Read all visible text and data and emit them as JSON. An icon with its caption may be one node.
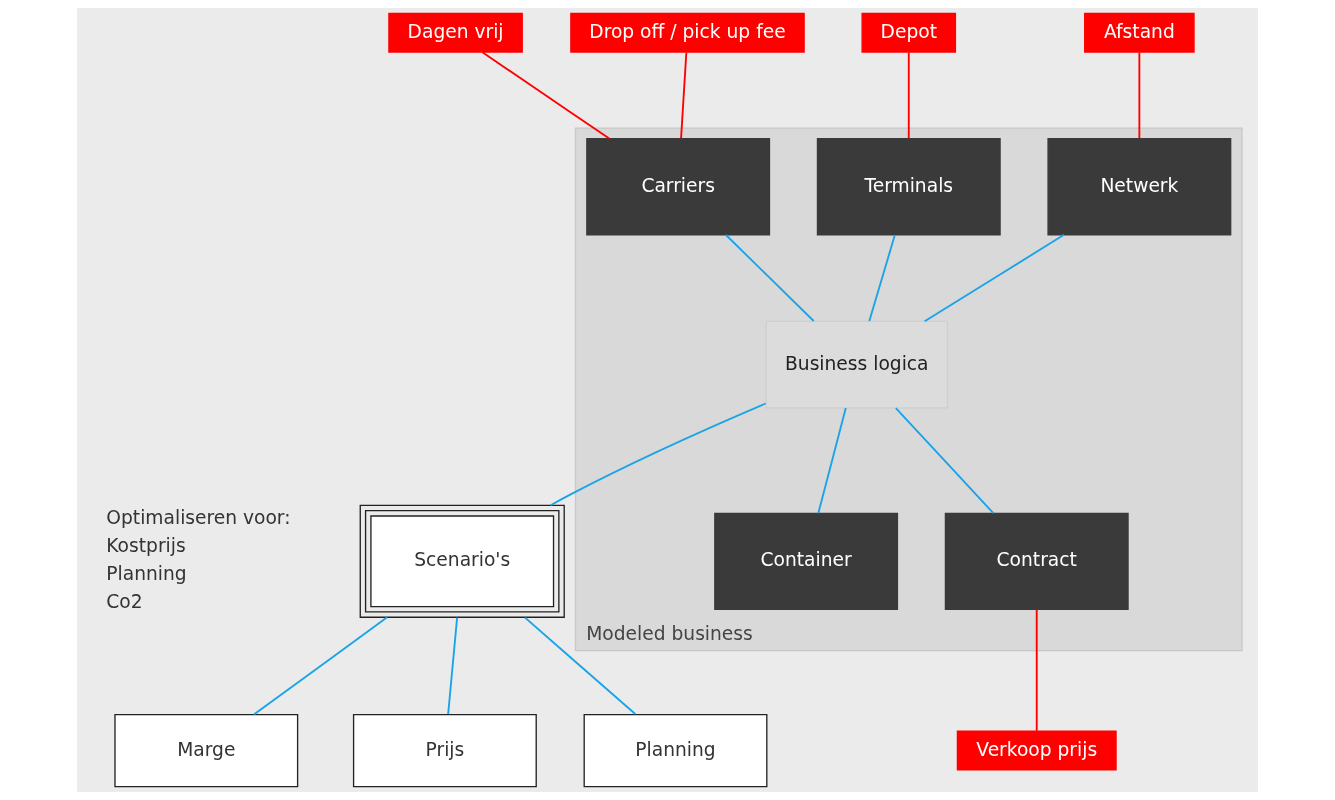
{
  "diagram": {
    "nodes": [
      {
        "text": [
          "Modeled business"
        ]
      },
      {
        "text": [
          "Carriers"
        ],
        "in": 0
      },
      {
        "text": [
          "Terminals"
        ],
        "in": 0
      },
      {
        "text": [
          "Container"
        ],
        "in": 0
      },
      {
        "text": [
          "Business logica"
        ],
        "in": 0
      },
      {
        "text": [
          "Netwerk"
        ],
        "in": 0
      },
      {
        "text": [
          "Contract"
        ],
        "in": 0
      },
      {
        "text": [
          "Dagen vrij"
        ]
      },
      {
        "text": [
          "Drop off / pick up fee"
        ]
      },
      {
        "text": [
          "Depot"
        ]
      },
      {
        "text": [
          "Afstand"
        ]
      },
      {
        "text": [
          "Verkoop prijs"
        ]
      },
      {
        "text": [
          "Scenario's"
        ]
      },
      {
        "text": [
          "Planning"
        ]
      },
      {
        "text": [
          "Prijs"
        ]
      },
      {
        "text": [
          "Marge"
        ]
      }
    ],
    "edges": [
      {
        "from": 1,
        "to": 4,
        "arrow": "none"
      },
      {
        "from": 2,
        "to": 4,
        "arrow": "none"
      },
      {
        "from": 5,
        "to": 4,
        "arrow": "none"
      },
      {
        "from": 4,
        "to": 3,
        "arrow": "none"
      },
      {
        "from": 4,
        "to": 6,
        "arrow": "none"
      },
      {
        "from": 4,
        "to": 12,
        "arrow": "none"
      },
      {
        "from": 12,
        "to": 13,
        "arrow": "none"
      },
      {
        "from": 12,
        "to": 14,
        "arrow": "none"
      },
      {
        "from": 12,
        "to": 15,
        "arrow": "none"
      },
      {
        "from": 7,
        "to": 1,
        "arrow": "none",
        "color": "#ff0000"
      },
      {
        "from": 8,
        "to": 1,
        "arrow": "none",
        "color": "#ff0000"
      },
      {
        "from": 9,
        "to": 2,
        "arrow": "none",
        "color": "#ff0000"
      },
      {
        "from": 10,
        "to": 5,
        "arrow": "none",
        "color": "#ff0000"
      },
      {
        "from": 6,
        "to": 11,
        "arrow": "none",
        "color": "#ff0000"
      }
    ],
    "labels": [
      "Optimaliseren voor:",
      "Kostprijs",
      "Planning",
      "Co2"
    ]
  }
}
